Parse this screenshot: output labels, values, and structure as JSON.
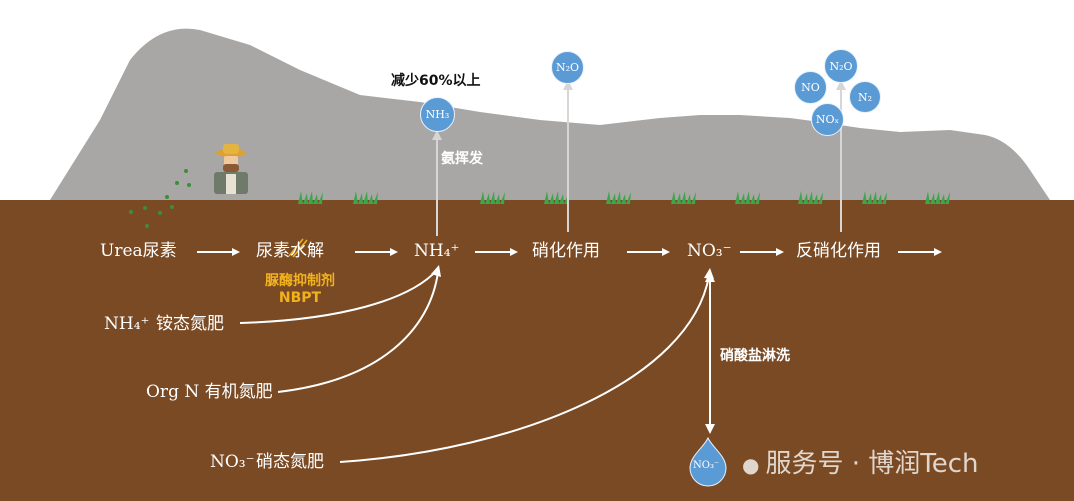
{
  "labels": {
    "urea": "Urea尿素",
    "hydrolysis": "尿素水解",
    "nh4_center": "NH₄⁺",
    "nitrification": "硝化作用",
    "no3_center": "NO₃⁻",
    "denitrification": "反硝化作用",
    "inhibitor_cn": "脲酶抑制剂",
    "inhibitor_en": "NBPT",
    "ammonium_fert_formula": "NH₄⁺",
    "ammonium_fert_cn": "铵态氮肥",
    "organic_fert": "Org N 有机氮肥",
    "nitrate_fert_formula": "NO₃⁻",
    "nitrate_fert_cn": "硝态氮肥",
    "reduce": "减少60%以上",
    "volatilization": "氨挥发",
    "leaching": "硝酸盐淋洗"
  },
  "bubbles": {
    "nh3": "NH₃",
    "n2o_a": "N₂O",
    "n2o_b": "N₂O",
    "no": "NO",
    "n2": "N₂",
    "nox": "NOₓ",
    "no3_drop": "NO₃⁻"
  },
  "watermark": "服务号 · 博润Tech",
  "colors": {
    "soil": "#7a4a24",
    "mountain": "#a9a7a6",
    "bubble": "#5b9bd5",
    "inhibitor": "#f2b21e"
  }
}
